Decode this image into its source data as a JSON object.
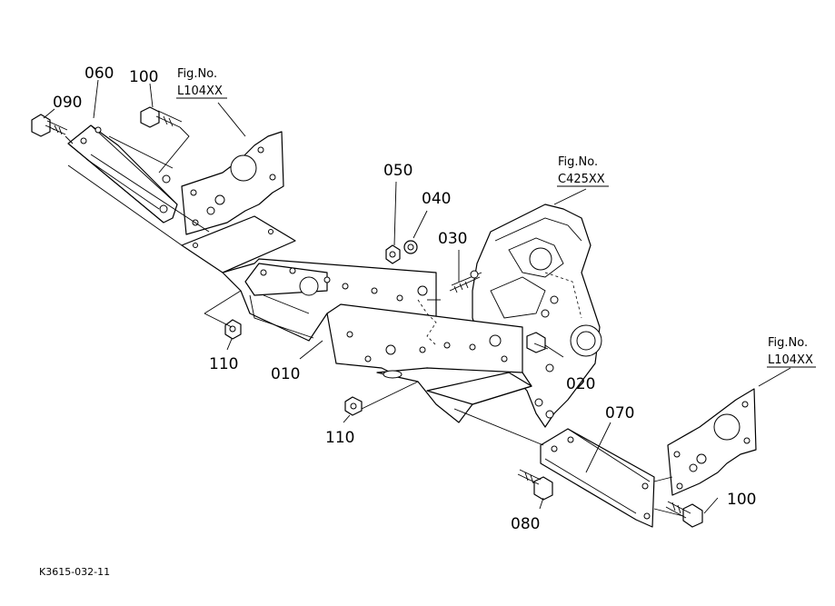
{
  "parts": {
    "p010": "010",
    "p020": "020",
    "p030": "030",
    "p040": "040",
    "p050": "050",
    "p060": "060",
    "p070": "070",
    "p080": "080",
    "p090": "090",
    "p100_top": "100",
    "p100_bottom": "100",
    "p110_left": "110",
    "p110_bottom": "110"
  },
  "fig_refs": {
    "top_left": {
      "line1": "Fig.No.",
      "line2": "L104XX"
    },
    "top_right": {
      "line1": "Fig.No.",
      "line2": "C425XX"
    },
    "right": {
      "line1": "Fig.No.",
      "line2": "L104XX"
    }
  },
  "drawing_code": "K3615-032-11"
}
